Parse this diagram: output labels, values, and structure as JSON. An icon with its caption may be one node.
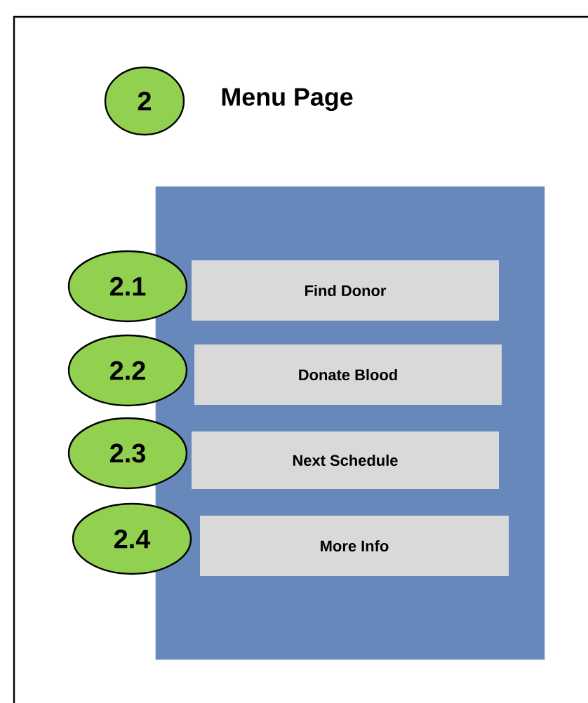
{
  "diagram": {
    "title": "Menu Page",
    "nodes": [
      {
        "text": [
          "2"
        ]
      },
      {
        "text": [],
        "shape": "box"
      },
      {
        "text": [
          "2.1"
        ]
      },
      {
        "text": [
          "Find Donor"
        ],
        "in": 1
      },
      {
        "text": [
          "2.2"
        ]
      },
      {
        "text": [
          "Donate Blood"
        ],
        "in": 1
      },
      {
        "text": [
          "2.3"
        ]
      },
      {
        "text": [
          "Next Schedule"
        ],
        "in": 1
      },
      {
        "text": [
          "2.4"
        ]
      },
      {
        "text": [
          "More Info"
        ],
        "in": 1
      }
    ]
  }
}
